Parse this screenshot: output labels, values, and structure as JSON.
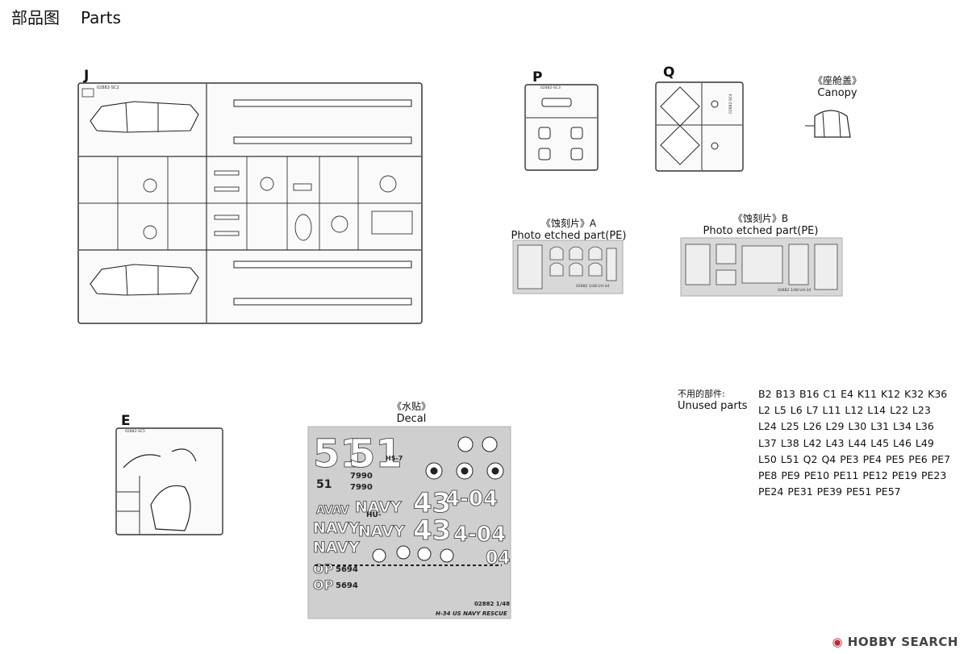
{
  "header": {
    "title_zh": "部品图",
    "title_en": "Parts"
  },
  "sprues": {
    "J": {
      "letter": "J",
      "code": "02882-SC2"
    },
    "P": {
      "letter": "P",
      "code": "02882-SC3"
    },
    "Q": {
      "letter": "Q",
      "code": "02882-SC4"
    },
    "E": {
      "letter": "E",
      "code": "02882-SC5"
    }
  },
  "canopy": {
    "label_zh": "《座舱盖》",
    "label_en": "Canopy"
  },
  "photo_etch_a": {
    "label_zh": "《蚀刻片》A",
    "label_en": "Photo etched part(PE)",
    "plate_text": "02882 1/48 UH-34"
  },
  "photo_etch_b": {
    "label_zh": "《蚀刻片》B",
    "label_en": "Photo etched part(PE)",
    "plate_text": "02882 1/48 UH-34"
  },
  "decal": {
    "label_zh": "《水贴》",
    "label_en": "Decal",
    "markings": [
      "51",
      "7990",
      "HS-7",
      "AV",
      "NAVY",
      "HU-",
      "43",
      "4-04",
      "OP",
      "5694",
      "04"
    ],
    "footer_code": "02882 1/48",
    "footer_title": "H-34 US NAVY RESCUE"
  },
  "unused_parts": {
    "label_zh": "不用的部件:",
    "label_en": "Unused parts",
    "list": "B2  B13 B16 C1 E4 K11 K12 K32 K36 L2 L5 L6 L7 L11 L12 L14 L22 L23 L24 L25 L26 L29 L30 L31 L34 L36 L37 L38 L42 L43 L44 L45 L46 L49 L50 L51 Q2 Q4 PE3 PE4 PE5 PE6 PE7 PE8 PE9 PE10 PE11 PE12 PE19 PE23 PE24 PE31 PE39 PE51 PE57"
  },
  "watermark": {
    "brand": "HOBBY SEARCH"
  },
  "colors": {
    "sprue_line": "#333333",
    "photo_bg": "#d8d8d8",
    "watermark_red": "#c2272d"
  }
}
